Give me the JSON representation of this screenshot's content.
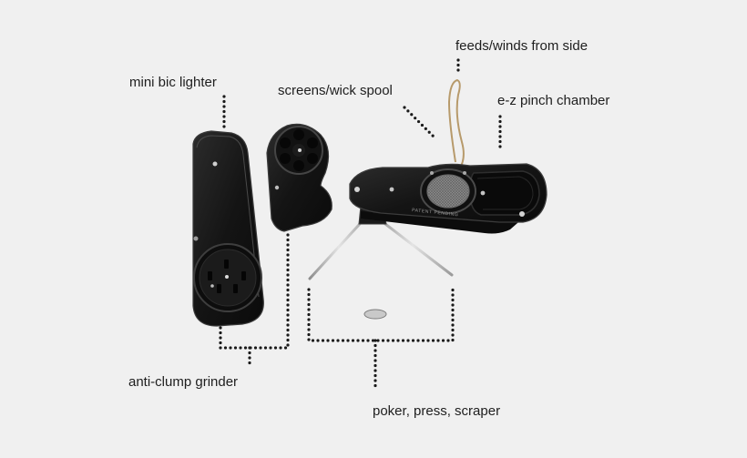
{
  "labels": {
    "lighter": "mini bic lighter",
    "screens": "screens/wick spool",
    "feeds": "feeds/winds from side",
    "pinch": "e-z pinch chamber",
    "grinder": "anti-clump grinder",
    "poker": "poker, press, scraper"
  },
  "engraving": {
    "patent": "PATENT PENDING"
  },
  "colors": {
    "background": "#f0f0f0",
    "body": "#151515",
    "edge": "#3a3a3a",
    "accent_red": "#d8262b",
    "steel": "#b8b8b8",
    "twine": "#b79a6b",
    "dots": "#1a1a1a"
  }
}
